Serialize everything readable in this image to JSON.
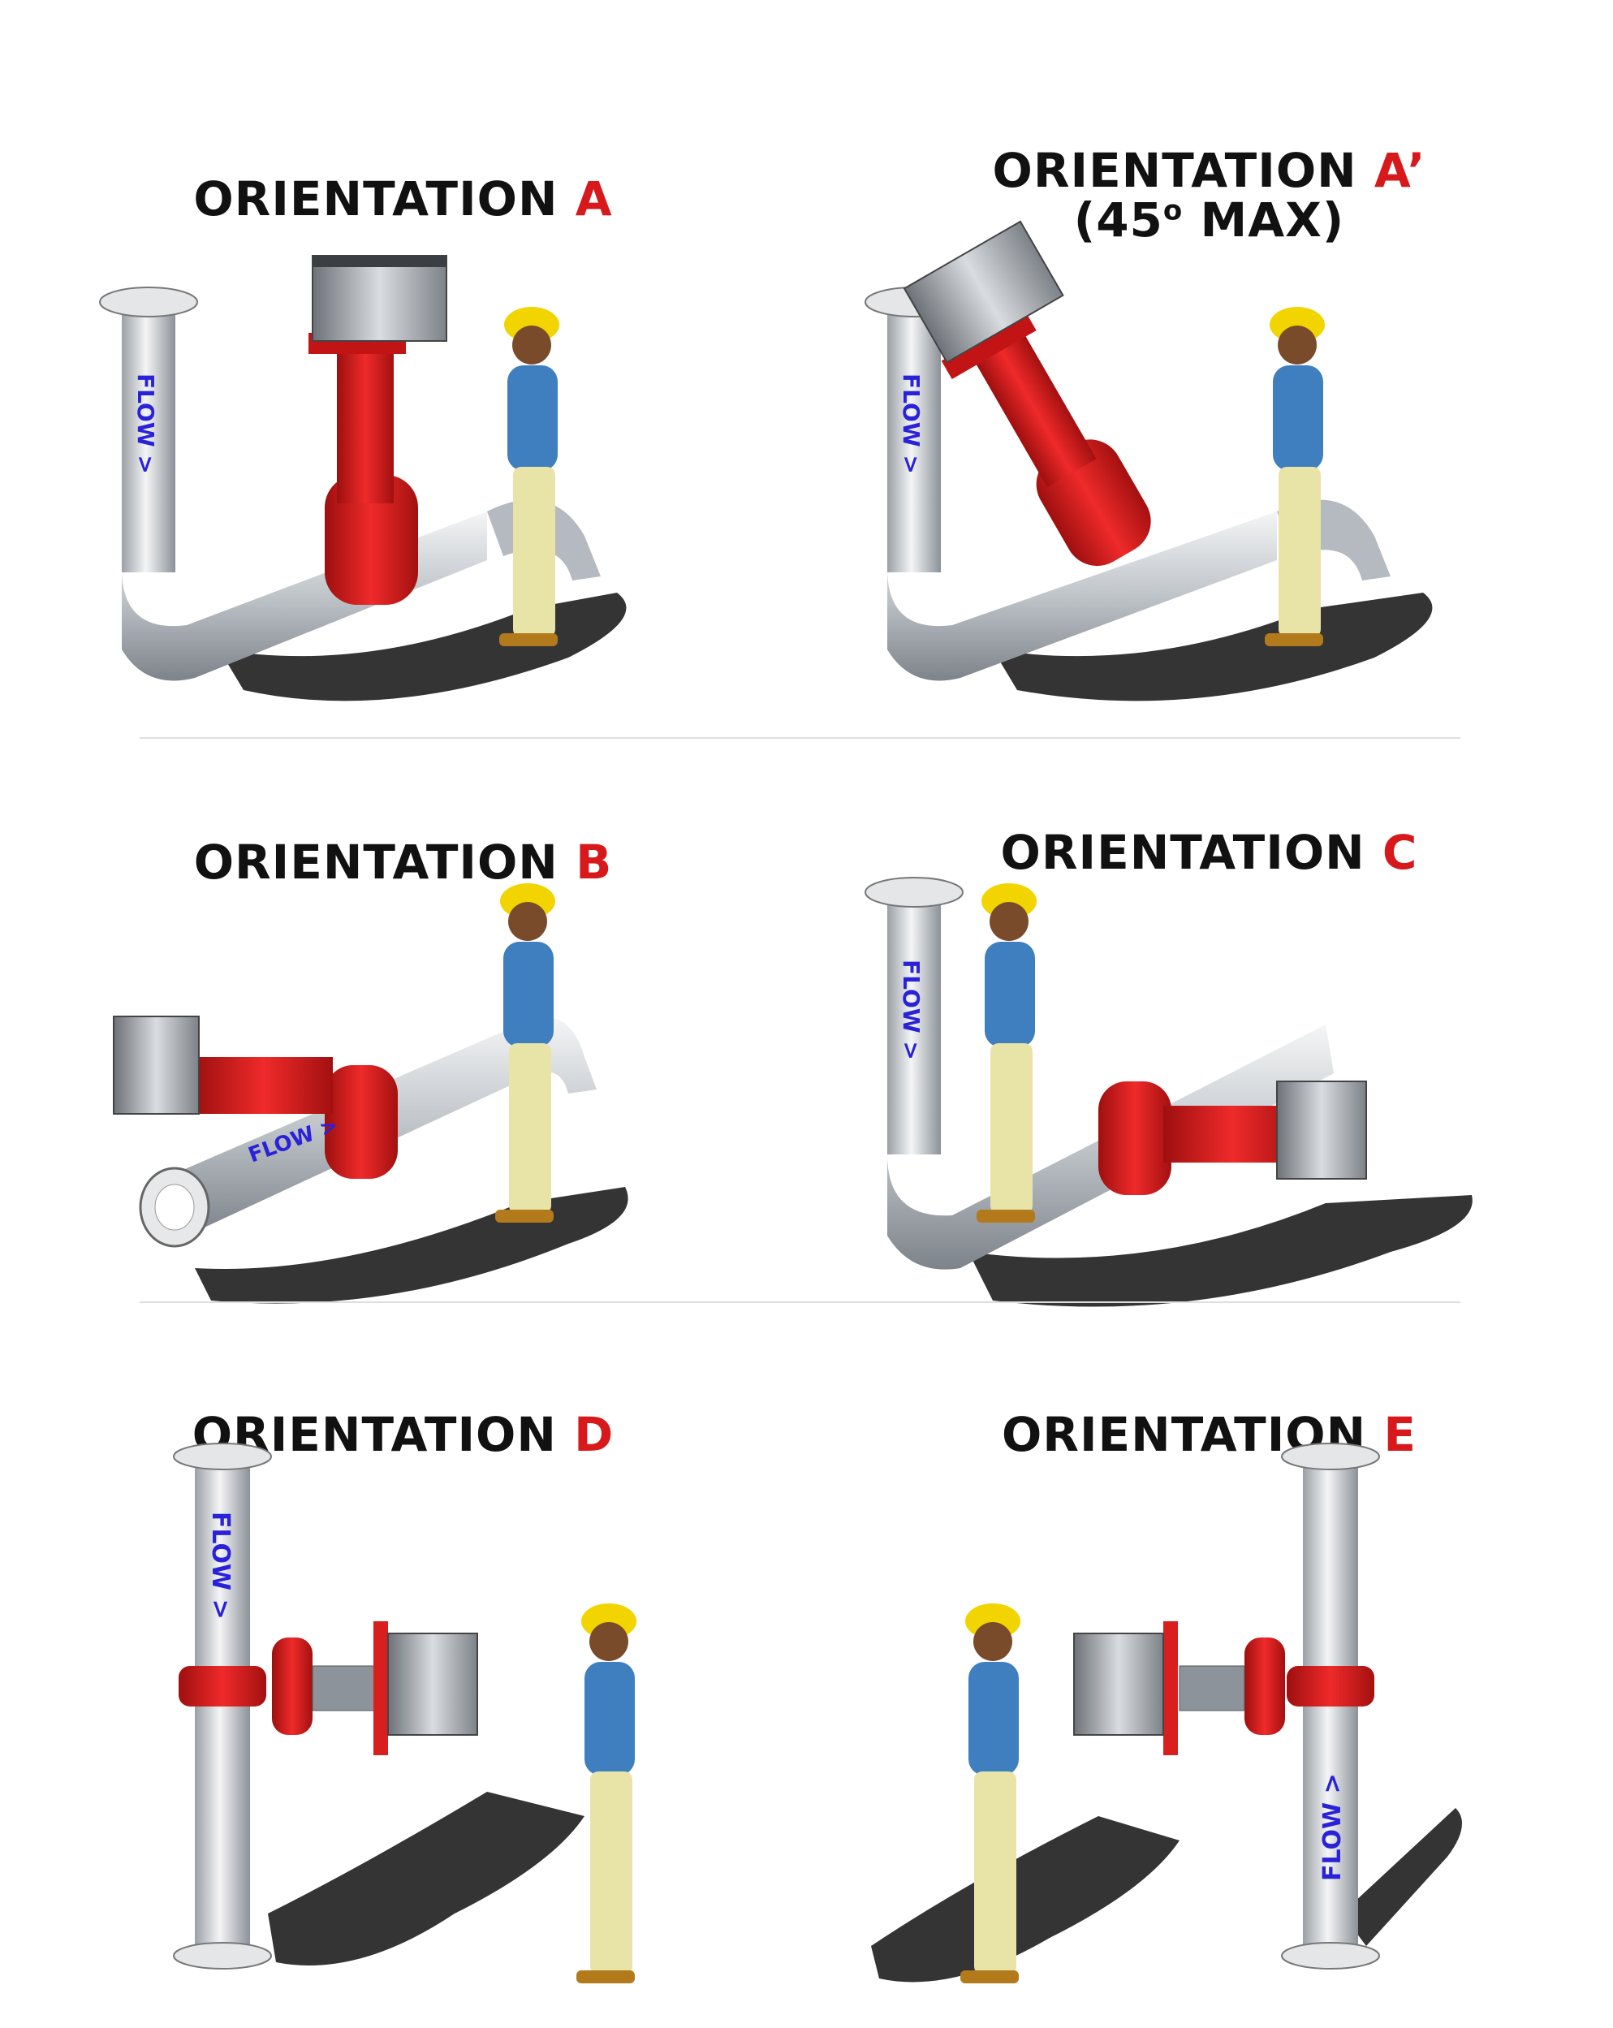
{
  "panels": [
    {
      "id": "A",
      "label": "ORIENTATION",
      "letter": "A",
      "flow": "FLOW >"
    },
    {
      "id": "A2",
      "label": "ORIENTATION",
      "letter": "A’",
      "sub_open": "(45",
      "sub_sup": "o",
      "sub_close": " MAX)",
      "flow": "FLOW >"
    },
    {
      "id": "B",
      "label": "ORIENTATION",
      "letter": "B",
      "flow": "FLOW >"
    },
    {
      "id": "C",
      "label": "ORIENTATION",
      "letter": "C",
      "flow": "FLOW >"
    },
    {
      "id": "D",
      "label": "ORIENTATION",
      "letter": "D",
      "flow": "FLOW >"
    },
    {
      "id": "E",
      "label": "ORIENTATION",
      "letter": "E",
      "flow": "FLOW >"
    }
  ],
  "colors": {
    "accent": "#d7191c",
    "pipe": "#c9cdd2",
    "valve": "#d91e1e",
    "actuator": "#8a8f96",
    "skin": "#7a4b2a",
    "shirt": "#3f7fbf",
    "pants": "#e8e4a8",
    "helmet": "#f2d400",
    "flow_text": "#2a22d8"
  }
}
